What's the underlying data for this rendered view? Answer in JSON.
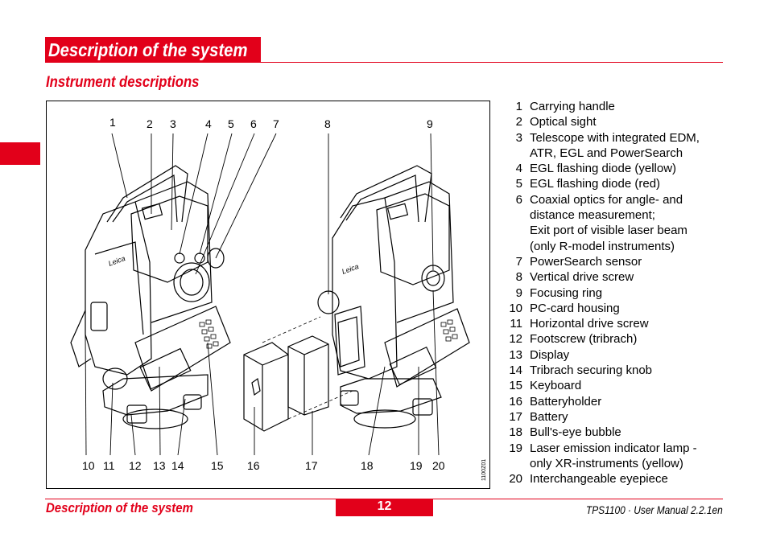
{
  "header": {
    "title": "Description of the system",
    "subtitle": "Instrument descriptions"
  },
  "figure": {
    "callouts_top": [
      "1",
      "2",
      "3",
      "4",
      "5",
      "6",
      "7",
      "8",
      "9"
    ],
    "callouts_bottom": [
      "10",
      "11",
      "12",
      "13",
      "14",
      "15",
      "16",
      "17",
      "18",
      "19",
      "20"
    ],
    "brand_text": "Leica",
    "drawing_code": "1100Z01"
  },
  "legend": [
    {
      "num": "1",
      "text": "Carrying handle"
    },
    {
      "num": "2",
      "text": "Optical sight"
    },
    {
      "num": "3",
      "text": "Telescope with integrated EDM,\nATR, EGL and PowerSearch"
    },
    {
      "num": "4",
      "text": "EGL flashing diode (yellow)"
    },
    {
      "num": "5",
      "text": "EGL flashing diode (red)"
    },
    {
      "num": "6",
      "text": "Coaxial optics for angle- and\ndistance measurement;\nExit port of visible laser beam\n(only R-model instruments)"
    },
    {
      "num": "7",
      "text": "PowerSearch sensor"
    },
    {
      "num": "8",
      "text": "Vertical drive screw"
    },
    {
      "num": "9",
      "text": "Focusing ring"
    },
    {
      "num": "10",
      "text": "PC-card housing"
    },
    {
      "num": "11",
      "text": "Horizontal drive screw"
    },
    {
      "num": "12",
      "text": "Footscrew (tribrach)"
    },
    {
      "num": "13",
      "text": "Display"
    },
    {
      "num": "14",
      "text": "Tribrach securing knob"
    },
    {
      "num": "15",
      "text": "Keyboard"
    },
    {
      "num": "16",
      "text": "Batteryholder"
    },
    {
      "num": "17",
      "text": "Battery"
    },
    {
      "num": "18",
      "text": "Bull's-eye bubble"
    },
    {
      "num": "19",
      "text": "Laser emission indicator lamp -\nonly XR-instruments (yellow)"
    },
    {
      "num": "20",
      "text": "Interchangeable eyepiece"
    }
  ],
  "footer": {
    "section": "Description of the system",
    "page": "12",
    "manual": "TPS1100 · User Manual 2.2.1en"
  },
  "colors": {
    "accent": "#e2001a"
  }
}
